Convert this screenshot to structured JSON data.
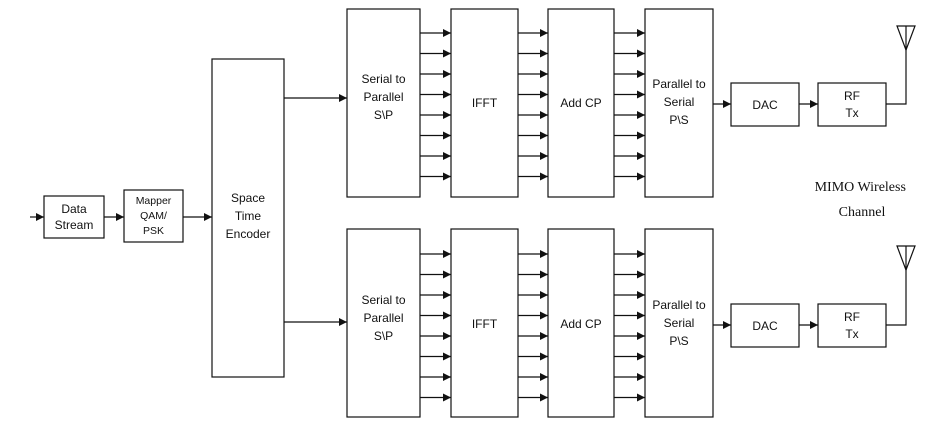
{
  "blocks": {
    "data_stream": [
      "Data",
      "Stream"
    ],
    "mapper": [
      "Mapper",
      "QAM/",
      "PSK"
    ],
    "stbc": [
      "Space",
      "Time",
      "Encoder"
    ],
    "branch_top": {
      "sp": [
        "Serial to",
        "Parallel",
        "S\\P"
      ],
      "ifft": [
        "IFFT"
      ],
      "cp": [
        "Add CP"
      ],
      "ps": [
        "Parallel to",
        "Serial",
        "P\\S"
      ],
      "dac": [
        "DAC"
      ],
      "rf": [
        "RF",
        "Tx"
      ]
    },
    "branch_bottom": {
      "sp": [
        "Serial to",
        "Parallel",
        "S\\P"
      ],
      "ifft": [
        "IFFT"
      ],
      "cp": [
        "Add CP"
      ],
      "ps": [
        "Parallel to",
        "Serial",
        "P\\S"
      ],
      "dac": [
        "DAC"
      ],
      "rf": [
        "RF",
        "Tx"
      ]
    }
  },
  "channel_label": [
    "MIMO Wireless",
    "Channel"
  ],
  "parallel_lines_per_stage": 8,
  "icons": {
    "antenna": "antenna-icon",
    "arrow": "arrowhead"
  },
  "colors": {
    "stroke": "#111111",
    "fill": "#ffffff"
  }
}
